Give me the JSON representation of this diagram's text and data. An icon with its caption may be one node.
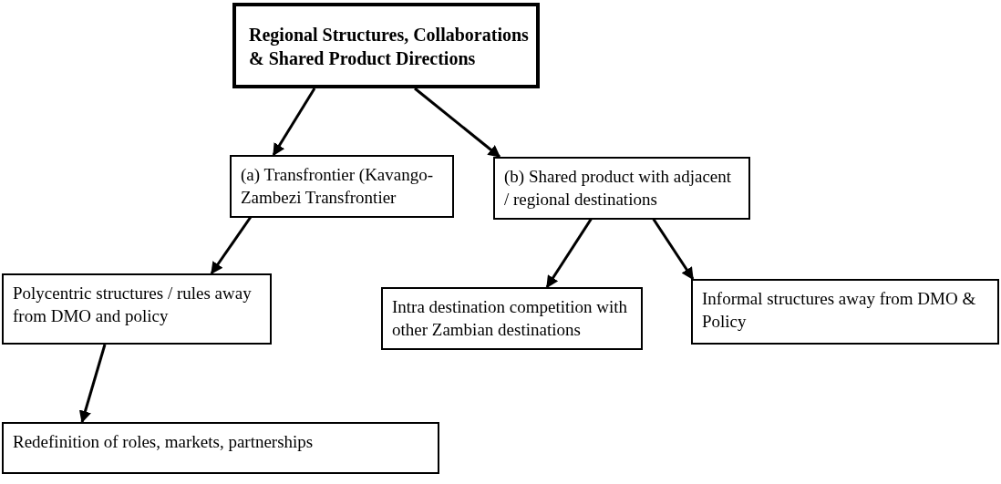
{
  "diagram": {
    "nodes": [
      {
        "text": [
          "Regional Structures, Collaborations & Shared Product Directions"
        ]
      },
      {
        "text": [
          "(a) Transfrontier (Kavango-Zambezi Transfrontier"
        ]
      },
      {
        "text": [
          "(b) Shared product with adjacent / regional destinations"
        ]
      },
      {
        "text": [
          "Polycentric structures / rules away from DMO and policy"
        ]
      },
      {
        "text": [
          "Intra destination competition with other Zambian destinations"
        ]
      },
      {
        "text": [
          "Informal structures away from DMO & Policy"
        ]
      },
      {
        "text": [
          "Redefinition of roles, markets, partnerships"
        ]
      }
    ],
    "edges": [
      {
        "from": 0,
        "to": 1,
        "arrow": "to"
      },
      {
        "from": 0,
        "to": 2,
        "arrow": "to"
      },
      {
        "from": 1,
        "to": 3,
        "arrow": "to"
      },
      {
        "from": 2,
        "to": 4,
        "arrow": "to"
      },
      {
        "from": 2,
        "to": 5,
        "arrow": "to"
      },
      {
        "from": 3,
        "to": 6,
        "arrow": "to"
      }
    ]
  }
}
